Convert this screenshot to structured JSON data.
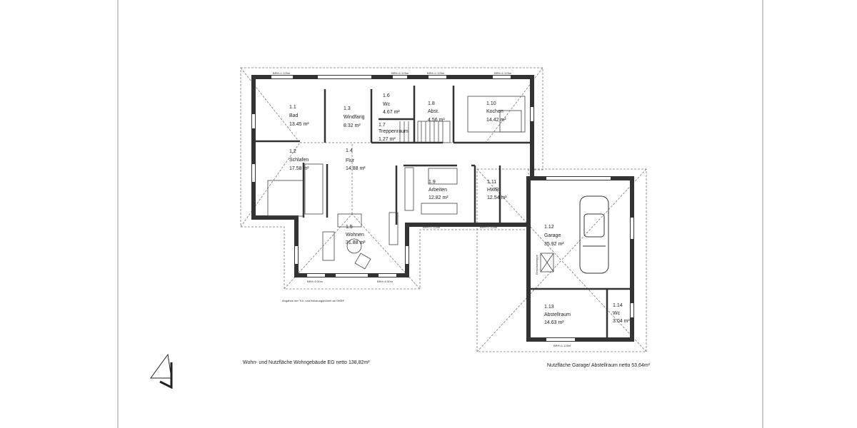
{
  "rooms": [
    {
      "num": "1.1",
      "name": "Bad",
      "area": "13.45 m²"
    },
    {
      "num": "1.2",
      "name": "Schlafen",
      "area": "17.58 m²"
    },
    {
      "num": "1.3",
      "name": "Windfang",
      "area": "8.32 m²"
    },
    {
      "num": "1.4",
      "name": "Flur",
      "area": "14.88 m²"
    },
    {
      "num": "1.5",
      "name": "Wohnen",
      "area": "31.88 m²"
    },
    {
      "num": "1.6",
      "name": "Wc",
      "area": "4.67 m²"
    },
    {
      "num": "1.7",
      "name": "Treppenraum",
      "area": "1.27 m²"
    },
    {
      "num": "1.8",
      "name": "Abst.",
      "area": "4.56 m²"
    },
    {
      "num": "1.9",
      "name": "Arbeiten",
      "area": "12.82 m²"
    },
    {
      "num": "1.10",
      "name": "Kochen",
      "area": "14.42 m²"
    },
    {
      "num": "1.11",
      "name": "HWR",
      "area": "12.54 m²"
    },
    {
      "num": "1.12",
      "name": "Garage",
      "area": "35.92 m²"
    },
    {
      "num": "1.13",
      "name": "Abstellraum",
      "area": "14.63 m²"
    },
    {
      "num": "1.14",
      "name": "Wc",
      "area": "3.04 m²"
    }
  ],
  "window_labels": {
    "high": "BRH=1.125m",
    "low": "BRH=0.50m"
  },
  "attic_ladder": "Einschubtreppe",
  "note": "Angaben der Tür- und Brüstungshöhen ab OKRF",
  "summary_house": "Wohn- und Nutzfläche Wohngebäude EG netto 138,82m²",
  "summary_garage": "Nutzfläche Garage/ Abstellraum netto 53,64m²",
  "icons": [
    "north-arrow-icon",
    "car-icon"
  ]
}
